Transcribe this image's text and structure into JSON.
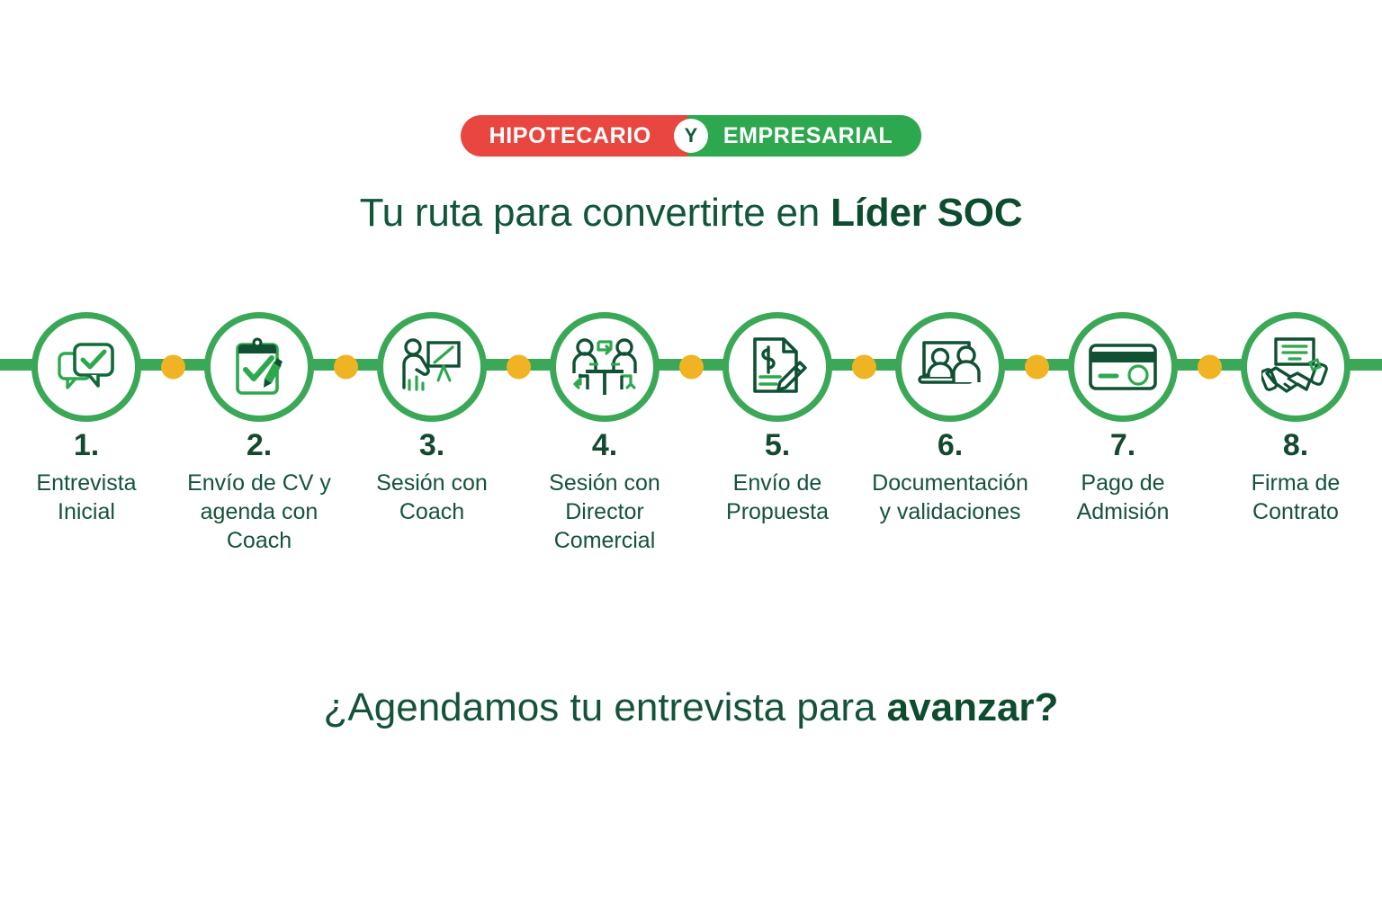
{
  "badge": {
    "left_label": "HIPOTECARIO",
    "conjunction": "Y",
    "right_label": "EMPRESARIAL",
    "left_color": "#e8463f",
    "right_color": "#2ea84f",
    "conjunction_color": "#125c37"
  },
  "title": {
    "normal": "Tu ruta para convertirte en ",
    "bold": "Líder SOC",
    "color": "#12563a"
  },
  "timeline": {
    "rail_color": "#3aa856",
    "circle_border_color": "#3aa856",
    "connector_dot_color": "#f0b323",
    "icon_color_light": "#2ea84f",
    "icon_color_dark": "#0f5132",
    "steps": [
      {
        "number": "1.",
        "label": "Entrevista\nInicial",
        "icon": "chat-bubbles-check-icon"
      },
      {
        "number": "2.",
        "label": "Envío de CV y\nagenda con\nCoach",
        "icon": "clipboard-check-pen-icon"
      },
      {
        "number": "3.",
        "label": "Sesión con\nCoach",
        "icon": "presenter-whiteboard-icon"
      },
      {
        "number": "4.",
        "label": "Sesión con\nDirector\nComercial",
        "icon": "two-people-table-exchange-icon"
      },
      {
        "number": "5.",
        "label": "Envío de\nPropuesta",
        "icon": "document-dollar-pencil-icon"
      },
      {
        "number": "6.",
        "label": "Documentación\ny validaciones",
        "icon": "screen-two-people-icon"
      },
      {
        "number": "7.",
        "label": "Pago de\nAdmisión",
        "icon": "credit-card-icon"
      },
      {
        "number": "8.",
        "label": "Firma de\nContrato",
        "icon": "handshake-document-icon"
      }
    ]
  },
  "footer": {
    "normal": "¿Agendamos tu entrevista para ",
    "bold": "avanzar?",
    "color": "#14533a"
  }
}
